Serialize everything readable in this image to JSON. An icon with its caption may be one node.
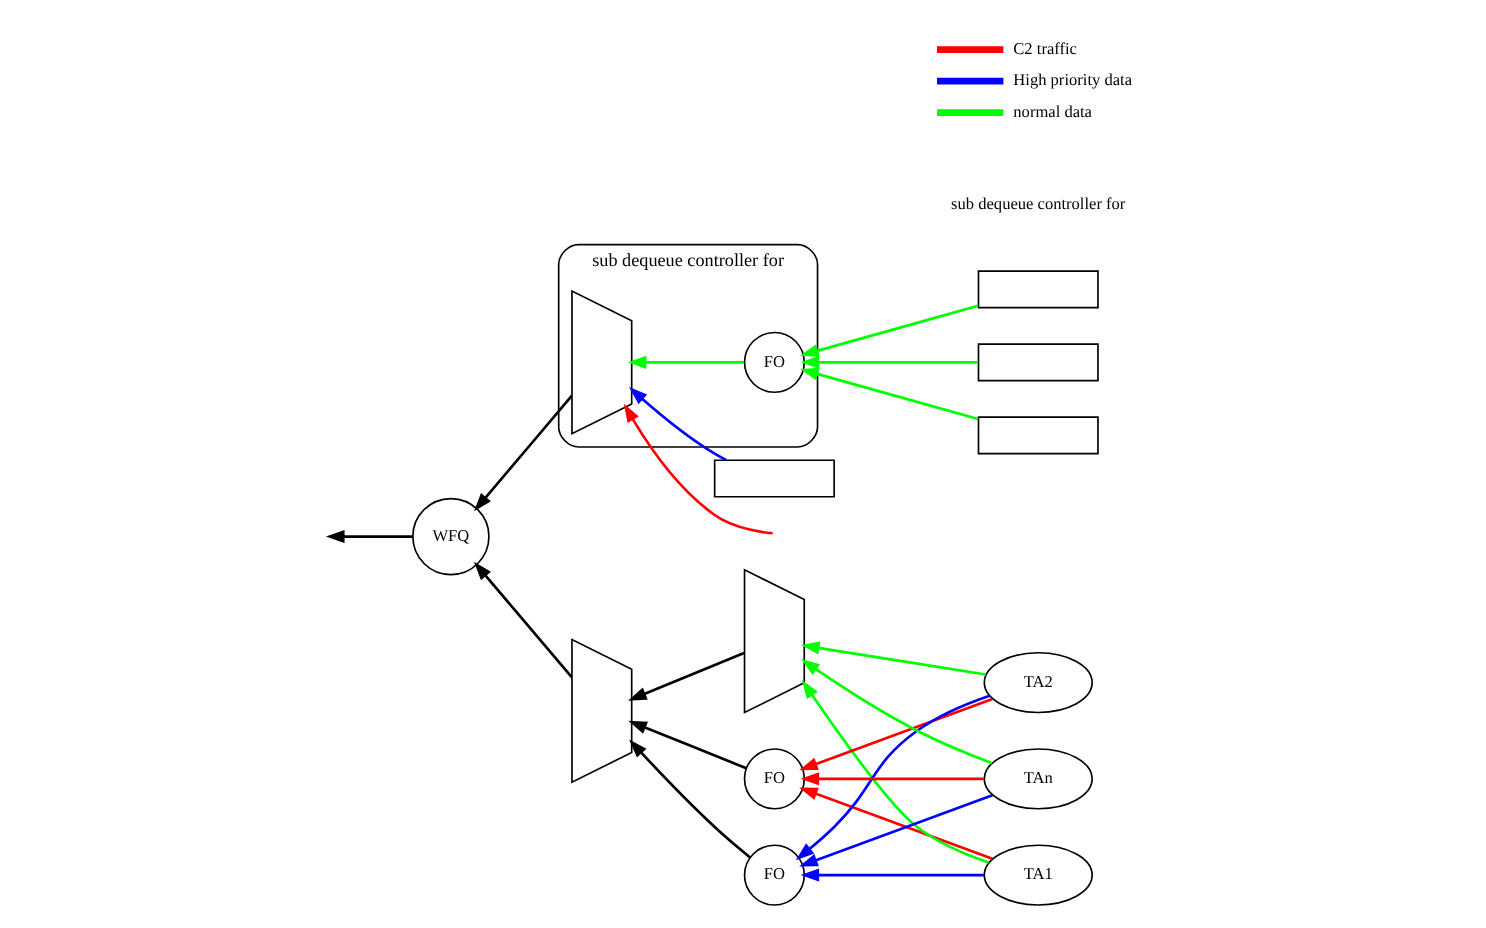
{
  "diagram": {
    "nodes": [
      {
        "text": [
          "FO"
        ]
      },
      {
        "text": [
          "FO"
        ]
      },
      {
        "text": [],
        "shape": "trapezoid"
      },
      {
        "text": [],
        "shape": "trapezoid"
      },
      {
        "text": [
          "TA1"
        ]
      },
      {
        "text": [
          "TA2"
        ]
      },
      {
        "text": [
          "TAn"
        ]
      },
      {
        "text": [
          "WFQ"
        ]
      },
      {
        "text": [
          "sub dequeue controller for"
        ]
      },
      {
        "text": [],
        "shape": "trapezoid",
        "in": 8
      },
      {
        "text": [
          "FO"
        ],
        "in": 8
      },
      {
        "text": [],
        "shape": "box"
      },
      {
        "text": [],
        "shape": "box"
      },
      {
        "text": [],
        "shape": "box"
      },
      {
        "text": [],
        "shape": "box"
      }
    ],
    "edges": [
      {
        "from": 4,
        "to": 0,
        "arrow": "to",
        "color": "#ff0000"
      },
      {
        "from": 5,
        "to": 0,
        "arrow": "to",
        "color": "#ff0000"
      },
      {
        "from": 6,
        "to": 0,
        "arrow": "to",
        "color": "#ff0000"
      },
      {
        "from": 4,
        "to": 1,
        "arrow": "to",
        "color": "#0000ff"
      },
      {
        "from": 5,
        "to": 1,
        "arrow": "to",
        "color": "#0000ff"
      },
      {
        "from": 6,
        "to": 1,
        "arrow": "to",
        "color": "#0000ff"
      },
      {
        "from": 4,
        "to": 3,
        "arrow": "to",
        "color": "#00ff00"
      },
      {
        "from": 5,
        "to": 3,
        "arrow": "to",
        "color": "#00ff00"
      },
      {
        "from": 6,
        "to": 3,
        "arrow": "to",
        "color": "#00ff00"
      },
      {
        "from": 0,
        "to": 2,
        "arrow": "to",
        "color": "#000000"
      },
      {
        "from": 1,
        "to": 2,
        "arrow": "to",
        "color": "#000000"
      },
      {
        "from": 3,
        "to": 2,
        "arrow": "to",
        "color": "#000000"
      },
      {
        "from": 2,
        "to": 7,
        "arrow": "to",
        "color": "#000000"
      },
      {
        "from": 9,
        "to": 7,
        "arrow": "to",
        "color": "#000000"
      },
      {
        "from": 7,
        "to": null,
        "arrow": "to",
        "color": "#000000"
      },
      {
        "from": null,
        "to": 9,
        "arrow": "to",
        "color": "#ff0000"
      },
      {
        "from": 11,
        "to": 9,
        "arrow": "to",
        "color": "#0000ff"
      },
      {
        "from": 10,
        "to": 9,
        "arrow": "to",
        "color": "#00ff00"
      },
      {
        "from": 12,
        "to": 10,
        "arrow": "to",
        "color": "#00ff00"
      },
      {
        "from": 13,
        "to": 10,
        "arrow": "to",
        "color": "#00ff00"
      },
      {
        "from": 14,
        "to": 10,
        "arrow": "to",
        "color": "#00ff00"
      }
    ],
    "labels": [
      "sub dequeue controller for"
    ],
    "legend": [
      {
        "text": "C2 traffic",
        "color": "#ff0000"
      },
      {
        "text": "High priority data",
        "color": "#0000ff"
      },
      {
        "text": "normal data",
        "color": "#00ff00"
      }
    ]
  }
}
